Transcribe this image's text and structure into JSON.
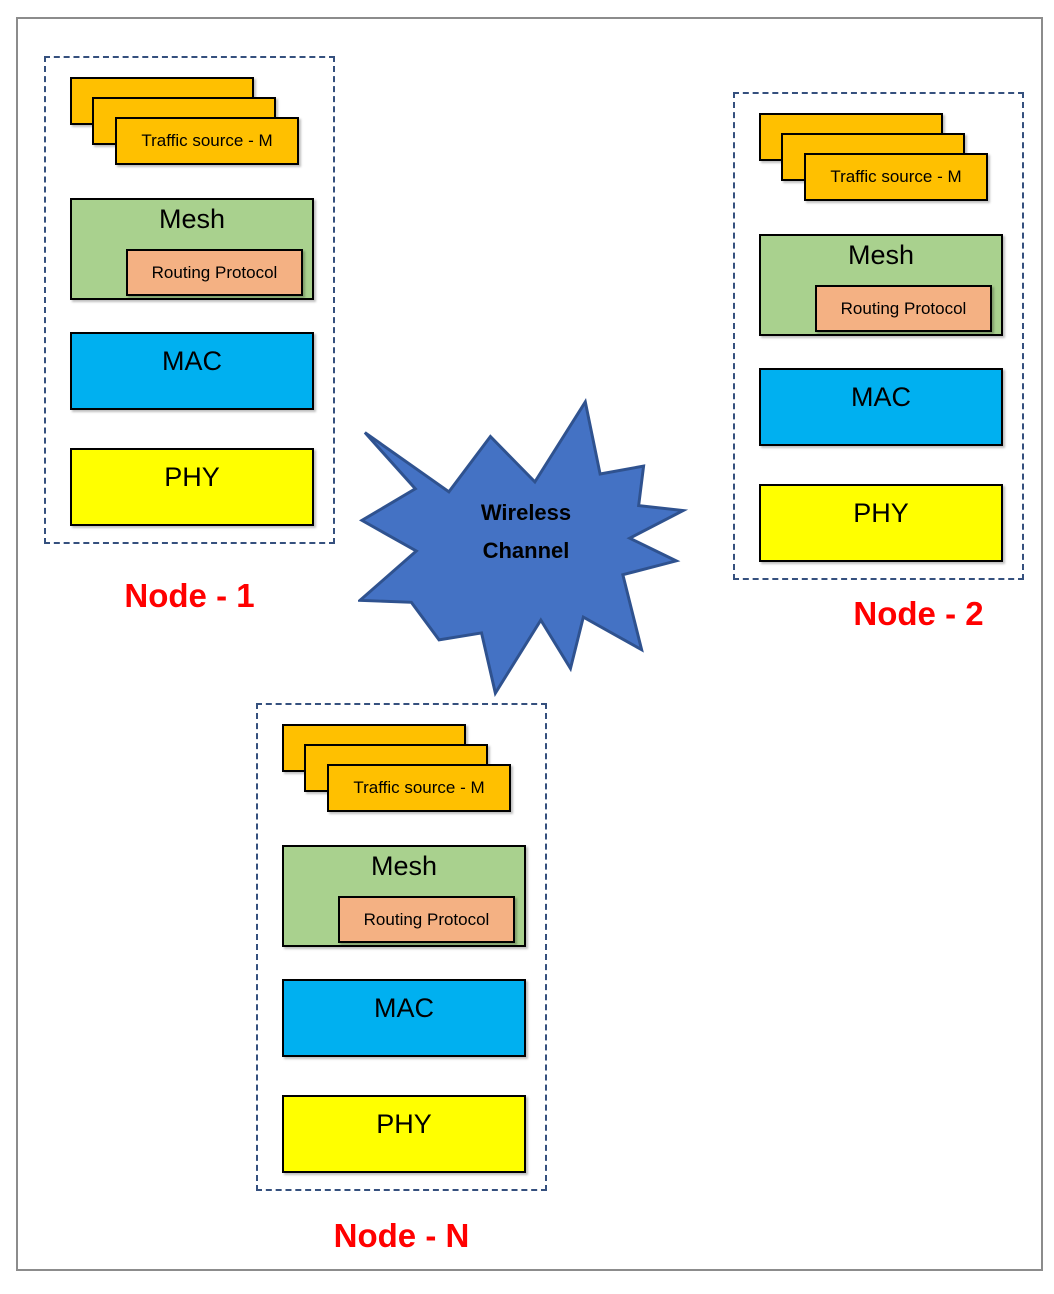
{
  "wireless_channel": {
    "line1": "Wireless",
    "line2": "Channel"
  },
  "nodes": [
    {
      "id": "node-1",
      "label": "Node - 1",
      "layers": {
        "traffic_source": "Traffic source - M",
        "mesh": "Mesh",
        "routing_protocol": "Routing Protocol",
        "mac": "MAC",
        "phy": "PHY"
      }
    },
    {
      "id": "node-2",
      "label": "Node - 2",
      "layers": {
        "traffic_source": "Traffic source - M",
        "mesh": "Mesh",
        "routing_protocol": "Routing Protocol",
        "mac": "MAC",
        "phy": "PHY"
      }
    },
    {
      "id": "node-n",
      "label": "Node - N",
      "layers": {
        "traffic_source": "Traffic source - M",
        "mesh": "Mesh",
        "routing_protocol": "Routing Protocol",
        "mac": "MAC",
        "phy": "PHY"
      }
    }
  ],
  "colors": {
    "traffic_card": "#FFC000",
    "mesh_fill": "#A9D18E",
    "routing_fill": "#F4B183",
    "mac_fill": "#00B0F0",
    "phy_fill": "#FFFF00",
    "star_fill": "#4472C4",
    "star_stroke": "#2F528F",
    "node_border": "#35507E",
    "node_label": "#FF0000",
    "box_border": "#000000",
    "page_border": "#8C8C8C"
  }
}
